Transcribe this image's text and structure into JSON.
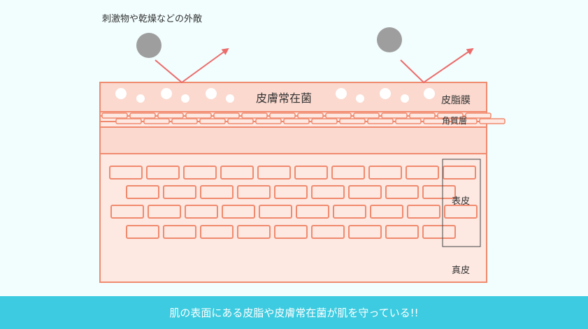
{
  "labels": {
    "external_threats": "刺激物や乾燥などの外敵",
    "skin_bacteria": "皮膚常在菌",
    "sebum_membrane": "皮脂膜",
    "stratum_corneum": "角質層",
    "epidermis": "表皮",
    "dermis": "真皮"
  },
  "caption": "肌の表面にある皮脂や皮膚常在菌が肌を守っている!!",
  "colors": {
    "background": "#f2fdfd",
    "skin_fill": "#fde8e2",
    "skin_stroke": "#f08a6e",
    "arrow": "#ec6b6b",
    "threat_ball": "#9e9e9e",
    "caption_bar": "#3ccbe0",
    "caption_text": "#ffffff"
  }
}
